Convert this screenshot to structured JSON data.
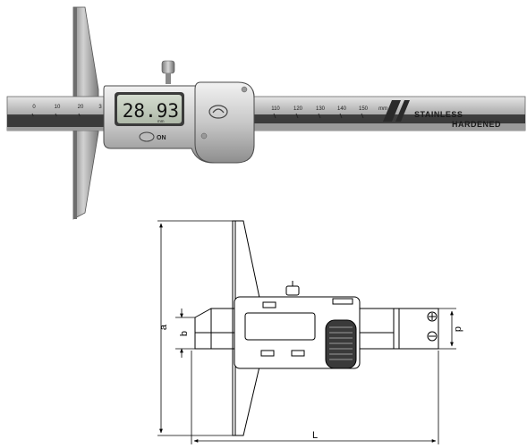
{
  "photo": {
    "display_reading": "28.93",
    "display_unit": "mm",
    "scale_numbers": [
      "0",
      "10",
      "20",
      "3",
      "110",
      "120",
      "130",
      "140",
      "150"
    ],
    "scale_unit": "mm",
    "power_label": "ON",
    "brand_line1": "STAINLESS",
    "brand_line2": "HARDENED"
  },
  "drawing": {
    "dim_a": "a",
    "dim_b": "b",
    "dim_p": "p",
    "dim_L": "L"
  }
}
